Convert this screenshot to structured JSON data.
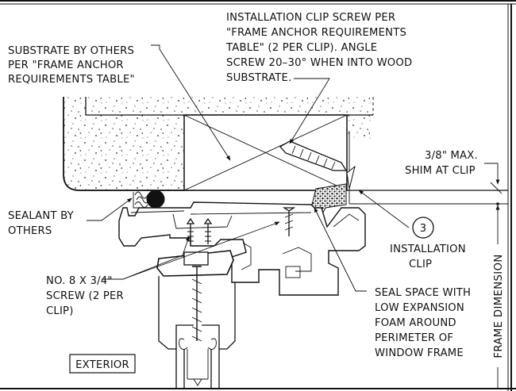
{
  "labels": {
    "substrate": [
      "SUBSTRATE BY OTHERS",
      "PER \"FRAME ANCHOR",
      "REQUIREMENTS TABLE\""
    ],
    "install_screw": [
      "INSTALLATION CLIP SCREW PER",
      "\"FRAME ANCHOR REQUIREMENTS",
      "TABLE\" (2 PER CLIP).  ANGLE",
      "SCREW 20–30° WHEN INTO WOOD",
      "SUBSTRATE."
    ],
    "shim": [
      "3/8\" MAX.",
      "SHIM AT CLIP"
    ],
    "sealant": [
      "SEALANT BY",
      "OTHERS"
    ],
    "callout_number": "3",
    "install_clip": [
      "INSTALLATION",
      "CLIP"
    ],
    "no8_screw": [
      "NO. 8 X 3/4\"",
      "SCREW (2 PER",
      "CLIP)"
    ],
    "seal_space": [
      "SEAL SPACE WITH",
      "LOW EXPANSION",
      "FOAM AROUND",
      "PERIMETER OF",
      "WINDOW FRAME"
    ],
    "exterior": "EXTERIOR",
    "frame_dimension": "FRAME DIMENSION"
  }
}
